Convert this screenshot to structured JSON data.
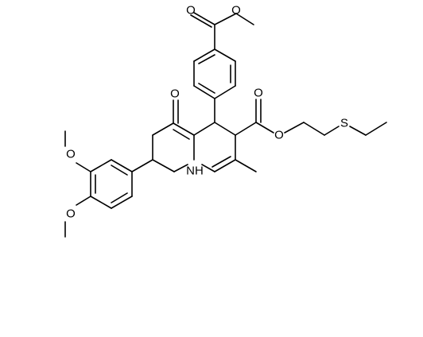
{
  "atoms": {
    "o_ester_top_carbonyl": "O",
    "o_ester_top_methoxy": "O",
    "o_ketone": "O",
    "o_ester_right_carbonyl": "O",
    "o_ester_right_alkoxy": "O",
    "s_thioether": "S",
    "nh_ring": "NH",
    "o_methoxy_upper": "O",
    "o_methoxy_lower": "O"
  }
}
